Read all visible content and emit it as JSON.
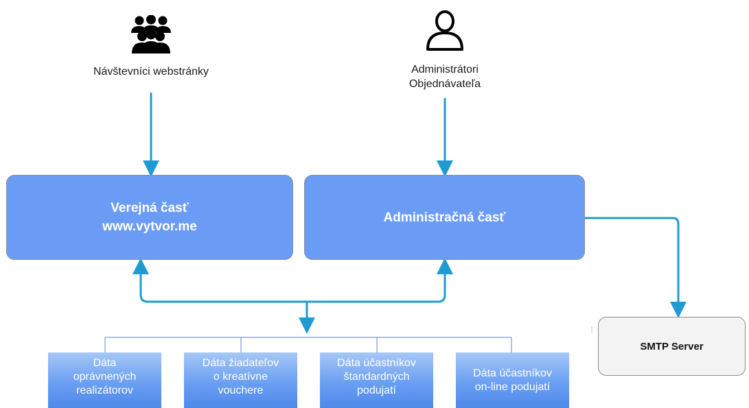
{
  "actors": {
    "visitors": {
      "label": "Návštevníci webstránky",
      "icon": "group-users-icon"
    },
    "admins": {
      "label_lines": [
        "Administrátori",
        "Objednávateľa"
      ],
      "icon": "user-outline-icon"
    }
  },
  "boxes": {
    "public_part": {
      "lines": [
        "Verejná časť",
        "www.vytvor.me"
      ]
    },
    "admin_part": {
      "lines": [
        "Administračná časť"
      ]
    },
    "smtp": {
      "label": "SMTP Server"
    }
  },
  "data_stores": [
    {
      "lines": [
        "Dáta",
        "oprávnených",
        "realizátorov"
      ]
    },
    {
      "lines": [
        "Dáta žiadateľov",
        "o kreatívne",
        "vouchere"
      ]
    },
    {
      "lines": [
        "Dáta účastníkov",
        "štandardných",
        "podujatí"
      ]
    },
    {
      "lines": [
        "Dáta účastníkov",
        "on-line podujatí"
      ]
    }
  ],
  "colors": {
    "arrow": "#1f9bd1",
    "box_fill": "#6b9cf5",
    "data_box_gradient": [
      "#a6c7f7",
      "#4e89ea"
    ],
    "smtp_fill": "#f3f3f3"
  }
}
